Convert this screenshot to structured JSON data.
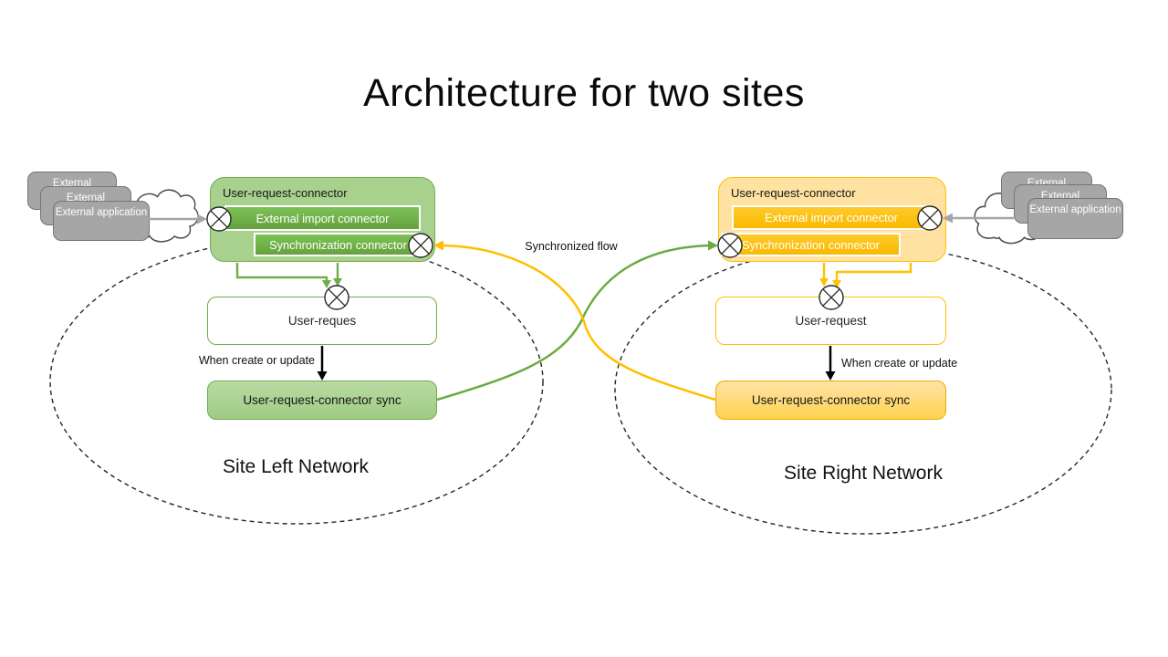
{
  "title": "Architecture for two sites",
  "flow_label": "Synchronized flow",
  "icons": {
    "junction": "circle-x-icon",
    "cloud": "cloud-icon",
    "flow_arrow": "arrow-icon"
  },
  "colors": {
    "green": "#70ad47",
    "green_light": "#a9d18e",
    "amber": "#ffc000",
    "amber_light": "#ffe2a1",
    "gray_box": "#a6a6a6",
    "arrow_gray": "#a6a6a6",
    "black": "#000000"
  },
  "left_site": {
    "network_label": "Site Left Network",
    "external_apps": [
      "External application",
      "External application",
      "External application"
    ],
    "connector_title": "User-request-connector",
    "import_connector": "External import connector",
    "sync_connector": "Synchronization connector",
    "entity": "User-reques",
    "trigger": "When create or update",
    "sync_job": "User-request-connector sync"
  },
  "right_site": {
    "network_label": "Site Right Network",
    "external_apps": [
      "External application",
      "External application",
      "External application"
    ],
    "connector_title": "User-request-connector",
    "import_connector": "External import connector",
    "sync_connector": "Synchronization connector",
    "entity": "User-request",
    "trigger": "When create or update",
    "sync_job": "User-request-connector sync"
  }
}
